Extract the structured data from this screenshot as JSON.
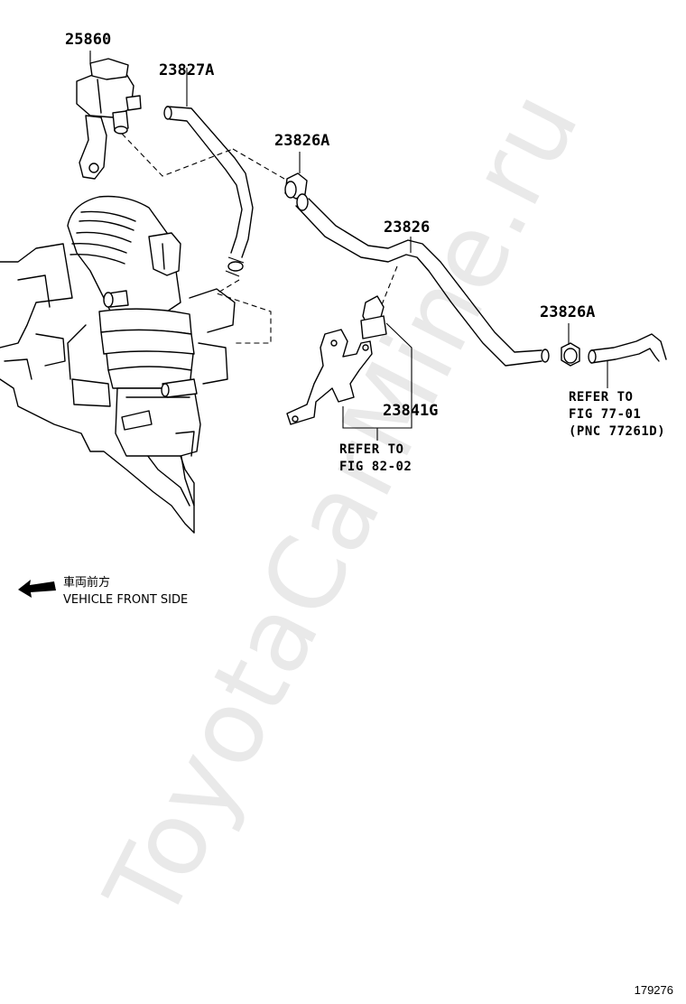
{
  "watermark": "ToyotaCarMine.ru",
  "parts": [
    {
      "id": "part-25860",
      "code": "25860"
    },
    {
      "id": "part-23827a",
      "code": "23827A"
    },
    {
      "id": "part-23826a-upper",
      "code": "23826A"
    },
    {
      "id": "part-23826",
      "code": "23826"
    },
    {
      "id": "part-23826a-lower",
      "code": "23826A"
    },
    {
      "id": "part-23841g",
      "code": "23841G"
    }
  ],
  "references": [
    {
      "id": "ref-fig-77-01",
      "lines": [
        "REFER TO",
        "FIG 77-01",
        "(PNC 77261D)"
      ]
    },
    {
      "id": "ref-fig-82-02",
      "lines": [
        "REFER TO",
        "FIG 82-02"
      ]
    }
  ],
  "vehicle_front": {
    "japanese": "車両前方",
    "english": "VEHICLE FRONT SIDE",
    "icon": "arrow-left-icon"
  },
  "figure_number": "179276"
}
